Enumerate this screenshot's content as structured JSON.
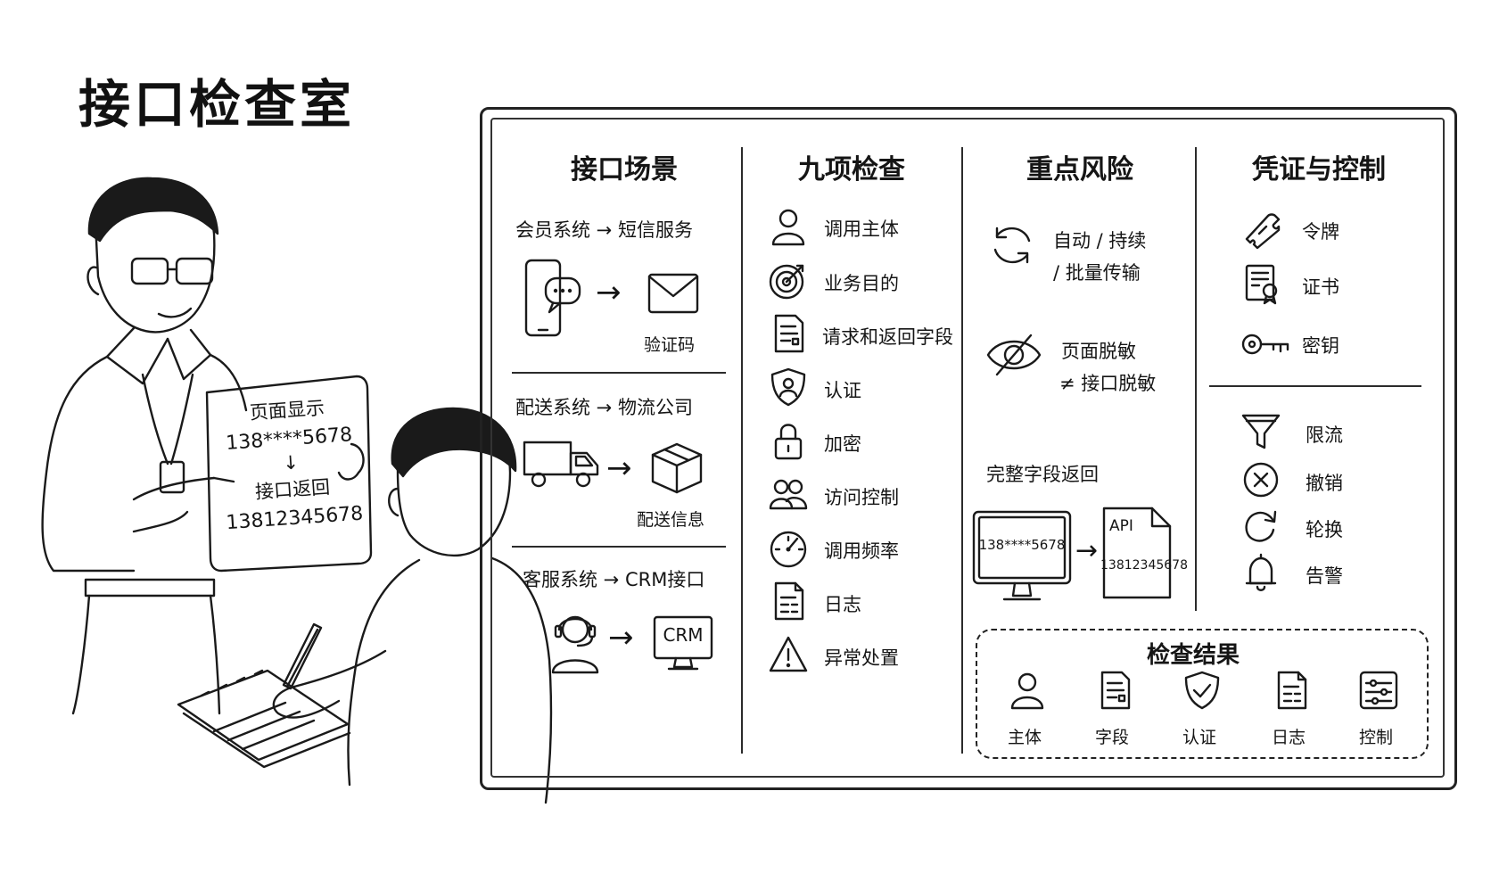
{
  "title": "接口检查室",
  "sign": {
    "line1": "页面显示",
    "line2": "138****5678",
    "arrow": "↓",
    "line3": "接口返回",
    "line4": "13812345678"
  },
  "columns": {
    "scenarios": {
      "heading": "接口场景",
      "items": [
        {
          "label": "会员系统 → 短信服务",
          "caption": "验证码"
        },
        {
          "label": "配送系统 → 物流公司",
          "caption": "配送信息"
        },
        {
          "label": "客服系统 → CRM接口",
          "caption": "",
          "box_text": "CRM"
        }
      ]
    },
    "checks": {
      "heading": "九项检查",
      "items": [
        {
          "label": "调用主体",
          "icon": "person-icon"
        },
        {
          "label": "业务目的",
          "icon": "target-icon"
        },
        {
          "label": "请求和返回字段",
          "icon": "document-icon"
        },
        {
          "label": "认证",
          "icon": "shield-user-icon"
        },
        {
          "label": "加密",
          "icon": "lock-icon"
        },
        {
          "label": "访问控制",
          "icon": "users-icon"
        },
        {
          "label": "调用频率",
          "icon": "gauge-icon"
        },
        {
          "label": "日志",
          "icon": "log-icon"
        },
        {
          "label": "异常处置",
          "icon": "warning-icon"
        }
      ]
    },
    "risks": {
      "heading": "重点风险",
      "auto_line1": "自动 / 持续",
      "auto_line2": "/ 批量传输",
      "mask_line1": "页面脱敏",
      "mask_line2": "≠ 接口脱敏",
      "full_return": "完整字段返回",
      "monitor_text": "138****5678",
      "api_label": "API",
      "api_value": "13812345678"
    },
    "controls": {
      "heading": "凭证与控制",
      "credentials": [
        {
          "label": "令牌",
          "icon": "token-icon"
        },
        {
          "label": "证书",
          "icon": "certificate-icon"
        },
        {
          "label": "密钥",
          "icon": "key-icon"
        }
      ],
      "measures": [
        {
          "label": "限流",
          "icon": "funnel-icon"
        },
        {
          "label": "撤销",
          "icon": "x-circle-icon"
        },
        {
          "label": "轮换",
          "icon": "rotate-icon"
        },
        {
          "label": "告警",
          "icon": "bell-icon"
        }
      ]
    }
  },
  "results": {
    "heading": "检查结果",
    "items": [
      {
        "label": "主体",
        "icon": "person-icon"
      },
      {
        "label": "字段",
        "icon": "document-icon"
      },
      {
        "label": "认证",
        "icon": "shield-check-icon"
      },
      {
        "label": "日志",
        "icon": "log-icon"
      },
      {
        "label": "控制",
        "icon": "sliders-icon"
      }
    ]
  }
}
